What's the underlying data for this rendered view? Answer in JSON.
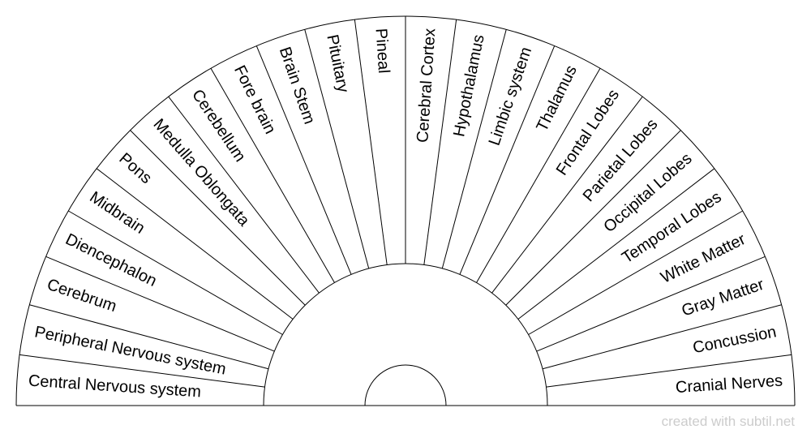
{
  "segments": [
    "Central Nervous system",
    "Peripheral Nervous system",
    "Cerebrum",
    "Diencephalon",
    "Midbrain",
    "Pons",
    "Medulla Oblongata",
    "Cerebellum",
    "Fore brain",
    "Brain Stem",
    "Pituitary",
    "Pineal",
    "Cerebral Cortex",
    "Hypothalamus",
    "Limbic system",
    "Thalamus",
    "Frontal Lobes",
    "Parietal Lobes",
    "Occipital Lobes",
    "Temporal Lobes",
    "White Matter",
    "Gray Matter",
    "Concussion",
    "Cranial Nerves"
  ],
  "footer": "created with subtil.net",
  "colors": {
    "line": "#000000",
    "background": "#ffffff",
    "footer": "#cccccc"
  }
}
